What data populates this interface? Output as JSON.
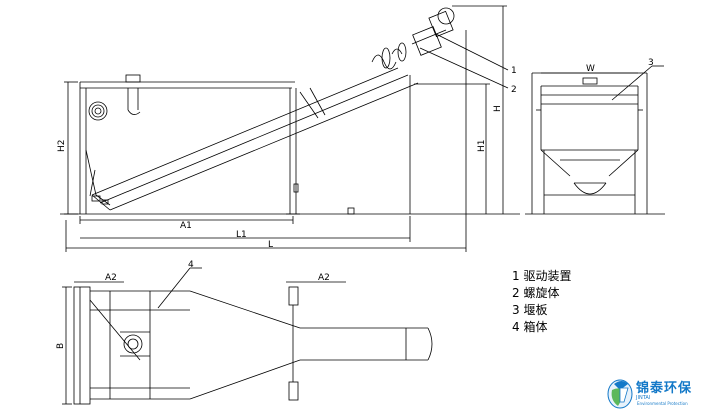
{
  "dimensions": {
    "H": "H",
    "H1": "H1",
    "H2": "H2",
    "L": "L",
    "L1": "L1",
    "A1": "A1",
    "A2": "A2",
    "W": "W",
    "B": "B"
  },
  "callouts": {
    "c1": "1",
    "c2": "2",
    "c3": "3",
    "c4": "4"
  },
  "legend": {
    "items": [
      "1 驱动装置",
      "2 螺旋体",
      "3 堰板",
      "4 箱体"
    ]
  },
  "logo": {
    "name": "锦泰环保",
    "subtitle": "JINTAI",
    "tagline": "Environmental Protection"
  },
  "colors": {
    "line": "#000000",
    "logo_blue": "#1479c8",
    "logo_green": "#5cb85c"
  }
}
